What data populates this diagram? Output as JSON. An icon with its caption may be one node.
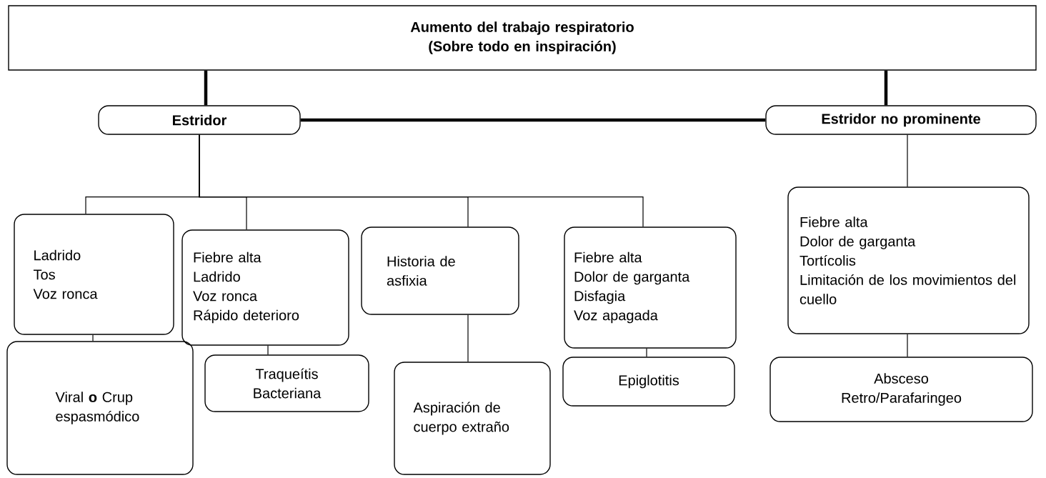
{
  "diagram": {
    "nodes": [
      {
        "text": [
          "Aumento del trabajo respiratorio",
          "(Sobre todo en inspiración)"
        ]
      },
      {
        "text": [
          "Estridor"
        ]
      },
      {
        "text": [
          "Estridor no prominente"
        ]
      },
      {
        "text": [
          "Ladrido",
          "Tos",
          "Voz ronca"
        ]
      },
      {
        "text": [
          "Fiebre alta",
          "Ladrido",
          "Voz ronca",
          "Rápido deterioro"
        ]
      },
      {
        "text": [
          "Historia de asfixia"
        ]
      },
      {
        "text": [
          "Fiebre alta",
          "Dolor de garganta",
          "Disfagia",
          "Voz apagada"
        ]
      },
      {
        "text": [
          "Fiebre alta",
          "Dolor de garganta",
          "Tortícolis",
          "Limitación de los movimientos del cuello"
        ]
      },
      {
        "text": [
          "Viral **o** Crup espasmódico"
        ]
      },
      {
        "text": [
          "Traqueítis Bacteriana"
        ]
      },
      {
        "text": [
          "Aspiración de cuerpo extraño"
        ]
      },
      {
        "text": [
          "Epiglotitis"
        ]
      },
      {
        "text": [
          "Absceso Retro/Parafaringeo"
        ]
      }
    ],
    "edges": [
      {
        "from": 0,
        "to": 1,
        "arrow": "none",
        "style": "thick"
      },
      {
        "from": 0,
        "to": 2,
        "arrow": "none",
        "style": "thick"
      },
      {
        "from": 1,
        "to": 2,
        "arrow": "none",
        "style": "thick"
      },
      {
        "from": 1,
        "to": 3,
        "arrow": "none"
      },
      {
        "from": 1,
        "to": 4,
        "arrow": "none"
      },
      {
        "from": 1,
        "to": 5,
        "arrow": "none"
      },
      {
        "from": 1,
        "to": 6,
        "arrow": "none"
      },
      {
        "from": 2,
        "to": 7,
        "arrow": "none"
      },
      {
        "from": 3,
        "to": 8,
        "arrow": "none"
      },
      {
        "from": 4,
        "to": 9,
        "arrow": "none"
      },
      {
        "from": 5,
        "to": 10,
        "arrow": "none"
      },
      {
        "from": 6,
        "to": 11,
        "arrow": "none"
      },
      {
        "from": 7,
        "to": 12,
        "arrow": "none"
      }
    ]
  }
}
